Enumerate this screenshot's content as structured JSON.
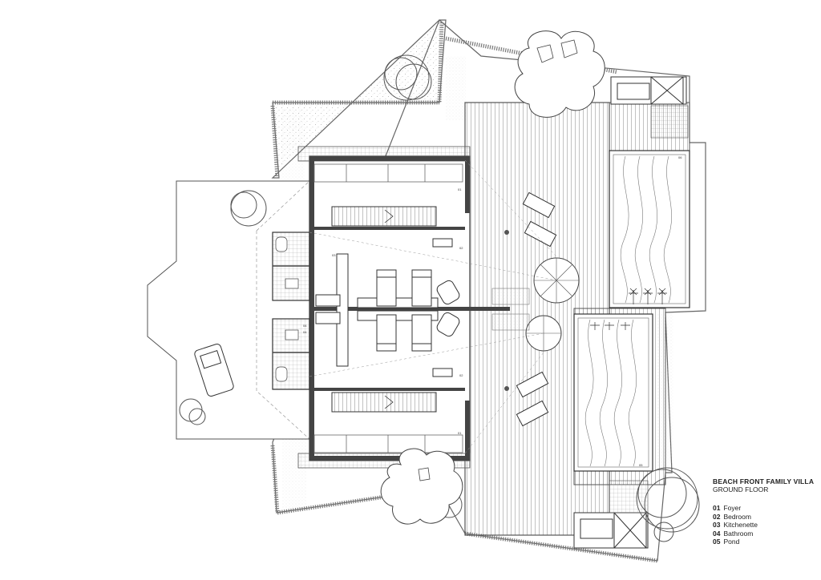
{
  "legend": {
    "title": "BEACH FRONT FAMILY VILLA",
    "subtitle": "GROUND FLOOR",
    "items": [
      {
        "num": "01",
        "label": "Foyer"
      },
      {
        "num": "02",
        "label": "Bedroom"
      },
      {
        "num": "03",
        "label": "Kitchenette"
      },
      {
        "num": "04",
        "label": "Bathroom"
      },
      {
        "num": "05",
        "label": "Pond"
      }
    ]
  },
  "room_tags": {
    "foyer_top": "01",
    "bedroom_top": "02",
    "kitchenette": "03",
    "bath_top": "04",
    "bath_bottom": "04",
    "bedroom_bottom": "02",
    "foyer_bottom": "01",
    "pond_top": "06",
    "pond_bottom": "05"
  }
}
